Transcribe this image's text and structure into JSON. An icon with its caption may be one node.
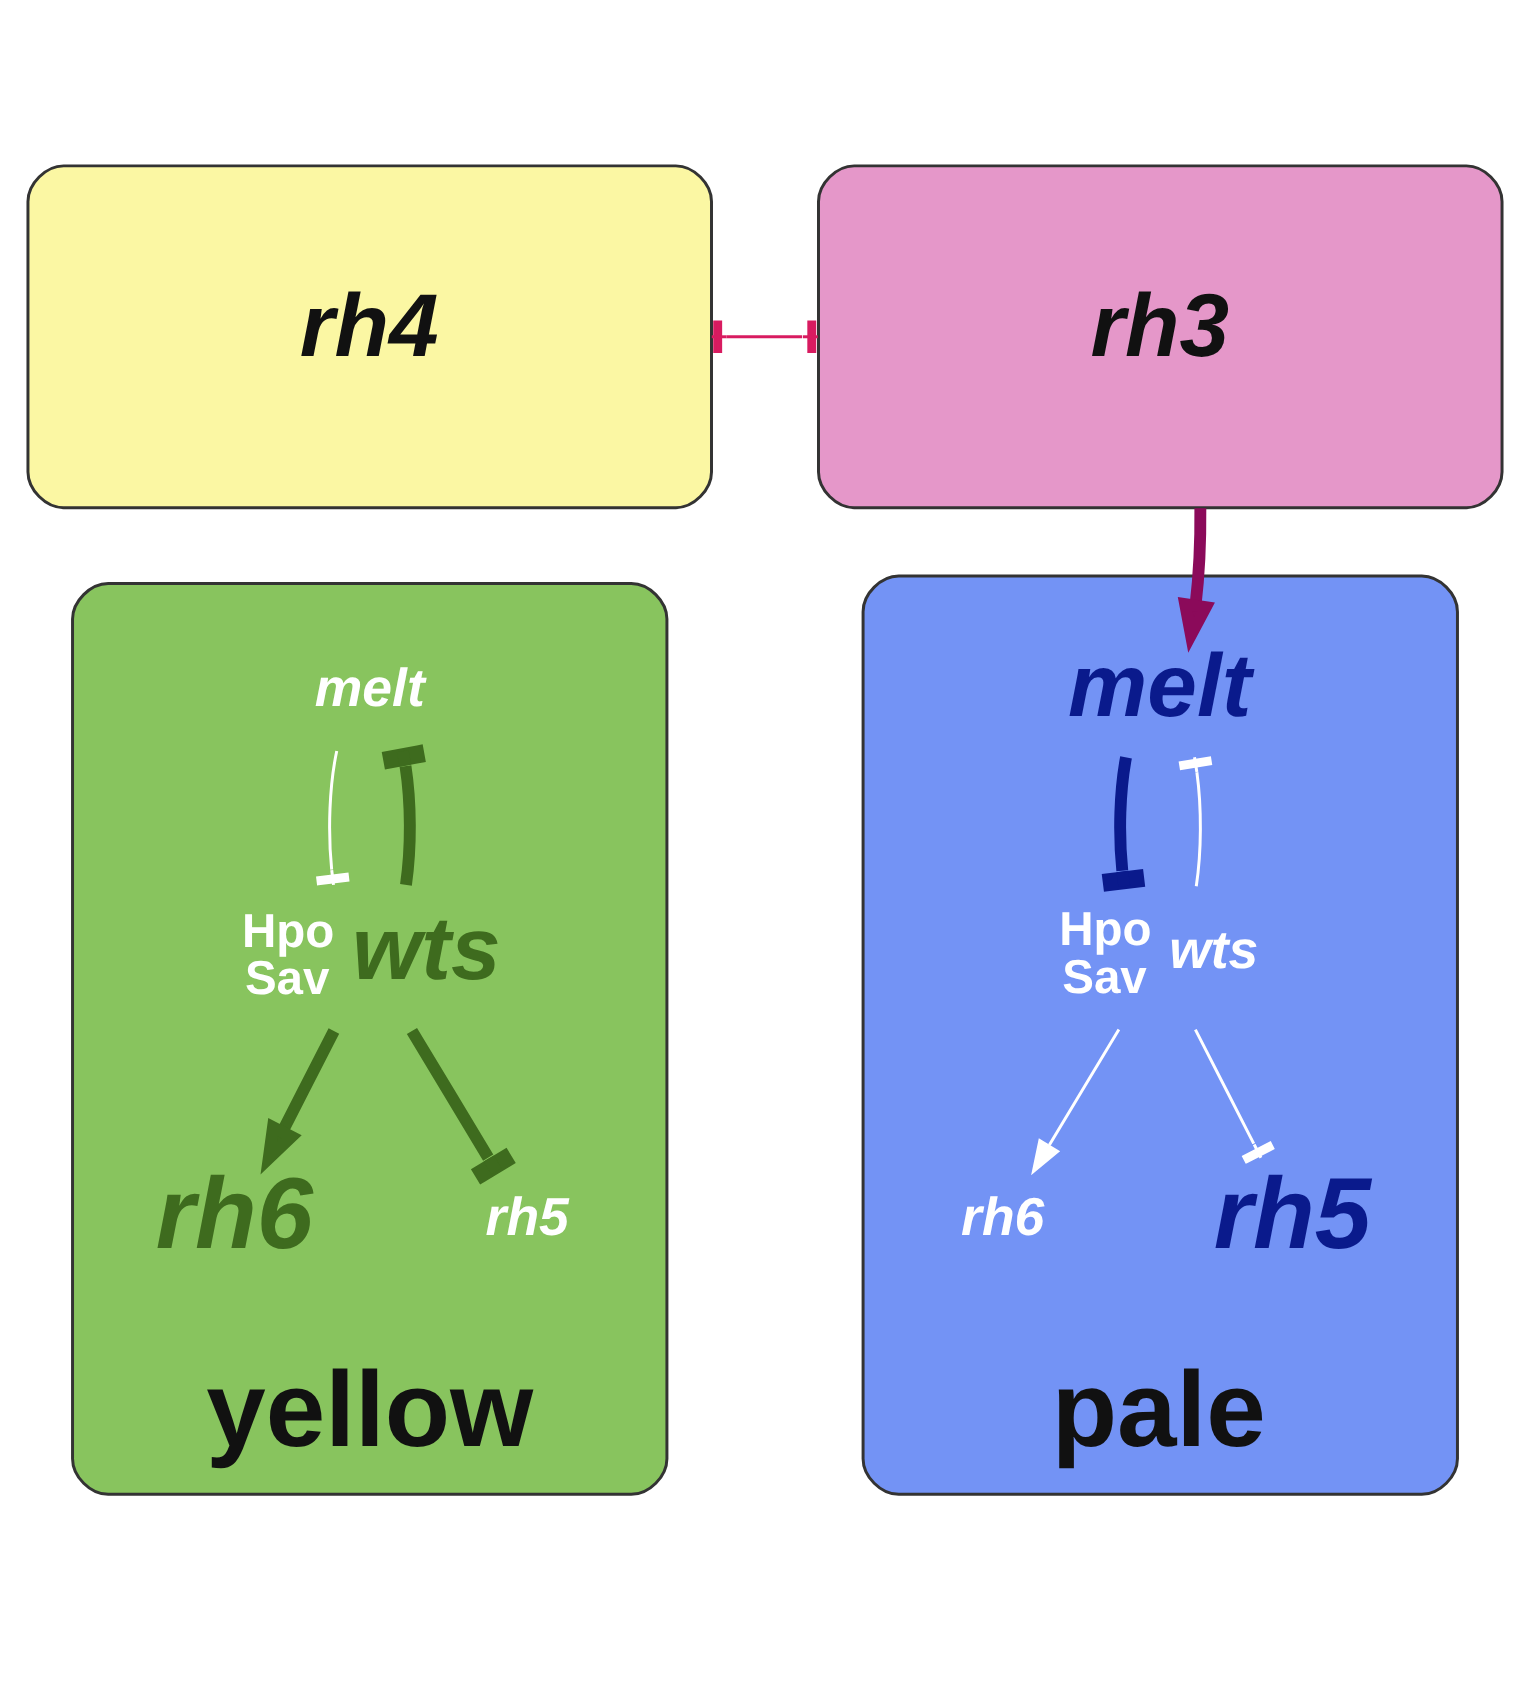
{
  "diagram": {
    "nodes": [
      {
        "text": [
          "rh4"
        ]
      },
      {
        "text": [
          "rh3"
        ]
      },
      {
        "text": [
          "yellow"
        ]
      },
      {
        "text": [
          "pale"
        ]
      },
      {
        "text": [
          "melt"
        ],
        "in": 2
      },
      {
        "text": [
          "wts"
        ],
        "in": 2,
        "beside": [
          "Hpo",
          "Sav"
        ]
      },
      {
        "text": [
          "rh6"
        ],
        "in": 2
      },
      {
        "text": [
          "rh5"
        ],
        "in": 2
      },
      {
        "text": [
          "melt"
        ],
        "in": 3
      },
      {
        "text": [
          "wts"
        ],
        "in": 3,
        "beside": [
          "Hpo",
          "Sav"
        ]
      },
      {
        "text": [
          "rh6"
        ],
        "in": 3
      },
      {
        "text": [
          "rh5"
        ],
        "in": 3
      }
    ],
    "edges": [
      {
        "from": 0,
        "to": 1,
        "arrow": "other",
        "color": "#d81b60"
      },
      {
        "from": 1,
        "to": 8,
        "arrow": "to",
        "style": "thick",
        "color": "#8b0a5a"
      },
      {
        "from": 4,
        "to": 5,
        "arrow": "other",
        "color": "#ffffff"
      },
      {
        "from": 5,
        "to": 4,
        "arrow": "other",
        "style": "thick",
        "color": "#3e6b1e"
      },
      {
        "from": 5,
        "to": 6,
        "arrow": "to",
        "style": "thick",
        "color": "#3e6b1e"
      },
      {
        "from": 5,
        "to": 7,
        "arrow": "other",
        "style": "thick",
        "color": "#3e6b1e"
      },
      {
        "from": 8,
        "to": 9,
        "arrow": "other",
        "style": "thick",
        "color": "#0a1a8c"
      },
      {
        "from": 9,
        "to": 8,
        "arrow": "other",
        "color": "#ffffff"
      },
      {
        "from": 9,
        "to": 10,
        "arrow": "to",
        "color": "#ffffff"
      },
      {
        "from": 9,
        "to": 11,
        "arrow": "other",
        "color": "#ffffff"
      }
    ]
  }
}
